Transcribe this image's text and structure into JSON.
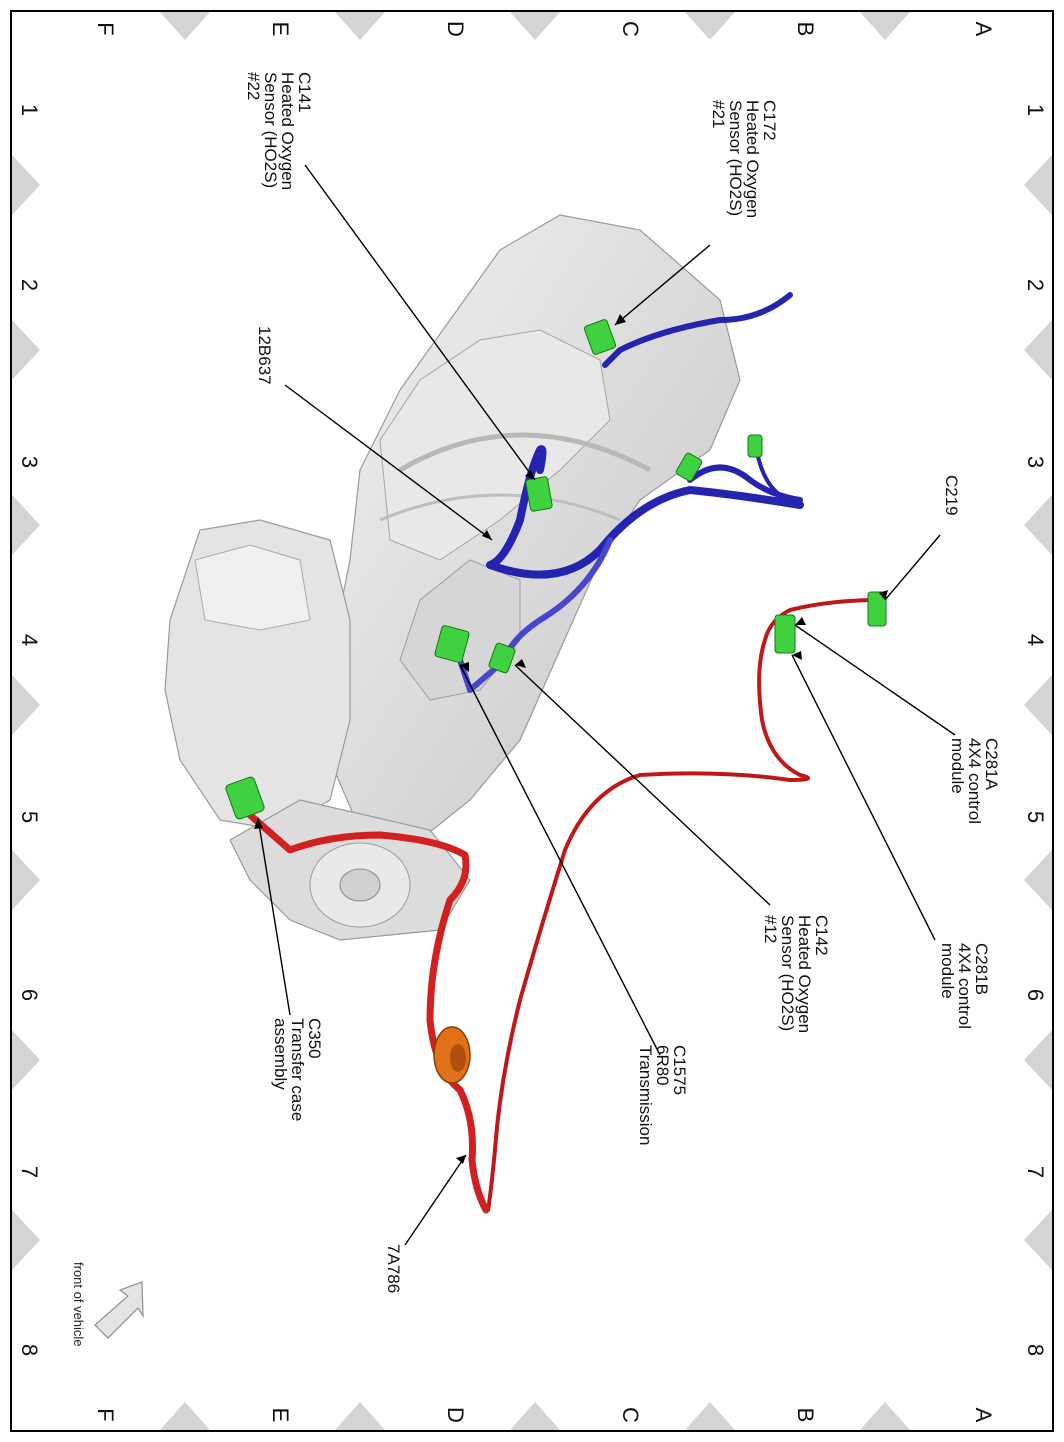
{
  "grid": {
    "rows_top": [
      "A",
      "B",
      "C",
      "D",
      "E",
      "F"
    ],
    "cols": [
      "1",
      "2",
      "3",
      "4",
      "5",
      "6",
      "7",
      "8"
    ]
  },
  "labels": {
    "c172": [
      "C172",
      "Heated Oxygen",
      "Sensor (HO2S)",
      "#21"
    ],
    "c141": [
      "C141",
      "Heated Oxygen",
      "Sensor (HO2S)",
      "#22"
    ],
    "b12b637": [
      "12B637"
    ],
    "c219": [
      "C219"
    ],
    "c281a": [
      "C281A",
      "4X4 control",
      "module"
    ],
    "c281b": [
      "C281B",
      "4X4 control",
      "module"
    ],
    "c142": [
      "C142",
      "Heated Oxygen",
      "Sensor (HO2S)",
      "#12"
    ],
    "c1575": [
      "C1575",
      "6R80",
      "Transmission"
    ],
    "c350": [
      "C350",
      "Transfer case",
      "assembly"
    ],
    "a7a786": [
      "7A786"
    ]
  },
  "front_of_vehicle": "front of vehicle",
  "colors": {
    "connector": "#3fd13f",
    "harness_blue": "#2020b8",
    "harness_red": "#d01818",
    "grommet": "#e07010",
    "housing": "#dcdcdc"
  }
}
